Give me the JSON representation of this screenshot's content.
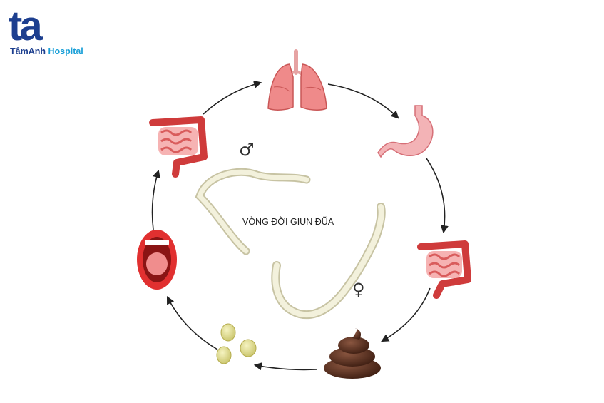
{
  "brand": {
    "mark": "ta",
    "name_part1": "TâmAnh",
    "name_part2": " Hospital",
    "colors": {
      "navy": "#1d3f8f",
      "cyan": "#1aa0d8"
    }
  },
  "diagram": {
    "title": "VÒNG ĐỜI GIUN ĐŨA",
    "male_symbol": "♂",
    "female_symbol": "♀",
    "cycle_icons": [
      "lungs-icon",
      "stomach-icon",
      "intestine-icon",
      "feces-icon",
      "eggs-icon",
      "mouth-icon",
      "intestine-icon"
    ],
    "colors": {
      "organ": "#ef8a8a",
      "intestine": "#cf3b3b",
      "feces": "#5a2f1e",
      "eggs": "#e7e49a",
      "worm": "#efedd6",
      "arrow": "#222222"
    }
  }
}
